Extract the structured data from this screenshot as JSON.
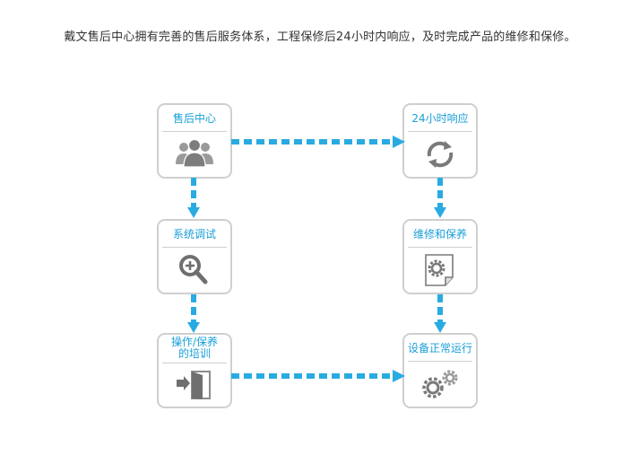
{
  "intro_text": "戴文售后中心拥有完善的售后服务体系，工程保修后24小时内响应，及时完成产品的维修和保修。",
  "colors": {
    "accent": "#1aa0d8",
    "arrow": "#29abe2",
    "card_border": "#cfcfcf",
    "icon_gray": "#8c8c8c"
  },
  "cards": [
    {
      "label": "售后中心",
      "icon": "people-icon"
    },
    {
      "label": "系统调试",
      "icon": "magnifier-icon"
    },
    {
      "label": "操作/保养\n的培训",
      "icon": "exit-door-icon"
    },
    {
      "label": "24小时响应",
      "icon": "refresh-icon"
    },
    {
      "label": "维修和保养",
      "icon": "gear-document-icon"
    },
    {
      "label": "设备正常运行",
      "icon": "gears-icon"
    }
  ]
}
